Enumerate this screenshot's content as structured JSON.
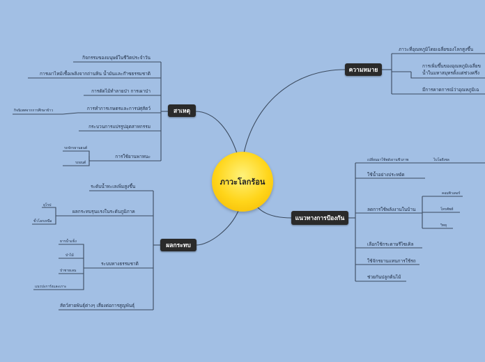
{
  "center": "ภาวะโลกร้อน",
  "main_nodes": {
    "meaning": "ความหมาย",
    "causes": "สาเหตุ",
    "effects": "ผลกระทบ",
    "prevention": "แนวทางการป้องกัน"
  },
  "meaning_items": [
    "ภาวะที่อุณหภูมิโดยเฉลี่ยของโลกสูงขึ้น",
    "การเพิ่มขึ้นของอุณหภูมิเฉลี่ยข",
    "น้ำในมหาสมุทรตั้งแต่ช่วงครึ่ง",
    "มีการคาดการณ์ว่าอุณหภูมิเฉ"
  ],
  "causes_items": [
    "กิจกรรมของมนุษย์ในชีวิตประจำวัน",
    "การเผาไหม้เชื้อเพลิงจากถ่านหิน น้ำมันและก๊าซธรรมชาติ",
    "การตัดไม้ทำลายป่า การเผาป่า",
    "การทำการเกษตรและการปศุสัตว์",
    "กิจนิเทศจากการศึกษาข้าว",
    "กระบวนการแปรรูปอุตสาหกรรม",
    "การใช้ยานพาหนะ",
    "รถจักรยานยนต์",
    "รถยนต์"
  ],
  "effects_items": [
    "ระดับน้ำทะเลเพิ่มสูงขึ้น",
    "ผลกระทบรุนแรงในระดับภูมิภาค",
    "ยุโรป",
    "ขั้วโลกเหนือ",
    "ระบบทางธรรมชาติ",
    "ธารน้ำแข็ง",
    "ป่าไม้",
    "ป่าชายเลน",
    "แนวปะการังและเกาะ",
    "สัตว์สายพันธุ์ต่างๆ เสี่ยงต่อการสูญพันธุ์"
  ],
  "prevention_items": [
    "เปลี่ยนมาใช้พลังงานชีวภาพ",
    "ไบโอดีเซล",
    "ใช้น้ำอย่างประหยัด",
    "ลดการใช้พลังงานในบ้าน",
    "คอมพิวเตอร์",
    "โทรศัพท์",
    "วิทยุ",
    "เลือกใช้กระดาษรีไซเคิล",
    "ใช้จักรยานแทนการใช้รถ",
    "ช่วยกันปลูกต้นไม้"
  ],
  "colors": {
    "background": "#a2bfe4",
    "line": "#3b4a5e",
    "node": "#2a2a2a",
    "center": "#ffd51a"
  }
}
